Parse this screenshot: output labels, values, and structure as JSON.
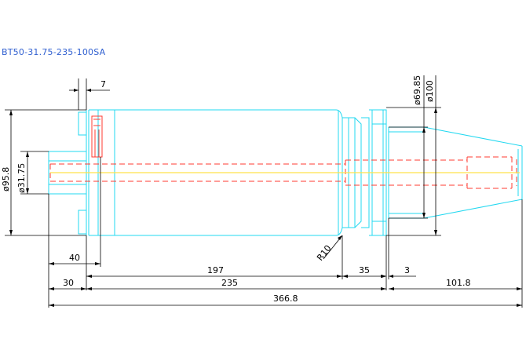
{
  "title": "BT50-31.75-235-100SA",
  "dimensions": {
    "d1": "7",
    "d2": "ø69.85",
    "d3": "ø100",
    "d4": "ø95.8",
    "d5": "ø31.75",
    "d6": "R10",
    "d7": "40",
    "d8": "197",
    "d9": "35",
    "d10": "3",
    "d11": "30",
    "d12": "235",
    "d13": "101.8",
    "d14": "366.8"
  },
  "colors": {
    "outline": "#22d8f0",
    "hidden_bore": "#ff3b30",
    "centerline": "#ffe24a",
    "dimension": "#000000",
    "title": "#2f5fd0"
  }
}
